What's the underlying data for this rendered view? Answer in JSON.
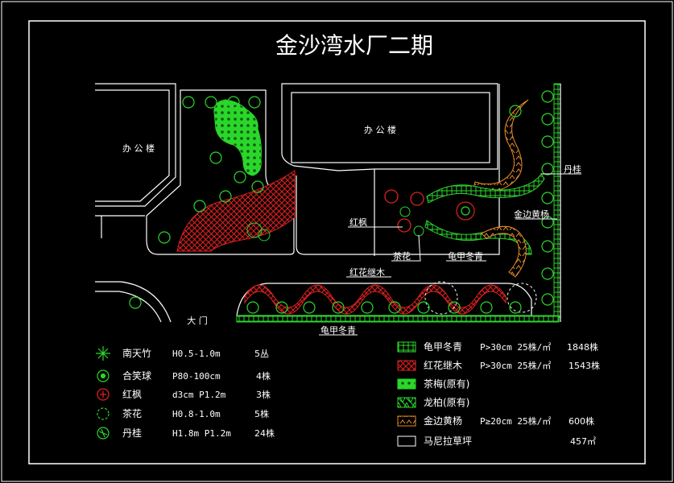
{
  "title": "金沙湾水厂二期",
  "buildings": {
    "office_left": "办 公 楼",
    "office_center": "办 公 楼",
    "gate": "大 门"
  },
  "plan_labels": {
    "guihua": "丹桂",
    "jinbian": "金边黄杨",
    "hongfeng": "红枫",
    "chahua": "茶花",
    "guijia_mid": "龟甲冬青",
    "hongjimu": "红花继木",
    "guijia_bottom": "龟甲冬青"
  },
  "plant_legend": [
    {
      "icon": "nantianzhu-icon",
      "name": "南天竹",
      "spec": "H0.5-1.0m",
      "qty": "5丛"
    },
    {
      "icon": "hexiaoqiu-icon",
      "name": "合笑球",
      "spec": "P80-100cm",
      "qty": "4株"
    },
    {
      "icon": "hongfeng-icon",
      "name": "红枫",
      "spec": "d3cm P1.2m",
      "qty": "3株"
    },
    {
      "icon": "chahua-icon",
      "name": "茶花",
      "spec": "H0.8-1.0m",
      "qty": "5株"
    },
    {
      "icon": "dangui-icon",
      "name": "丹桂",
      "spec": "H1.8m P1.2m",
      "qty": "24株"
    }
  ],
  "area_legend": [
    {
      "icon": "guijia-hatch-icon",
      "name": "龟甲冬青",
      "spec": "P>30cm 25株/㎡",
      "qty": "1848株"
    },
    {
      "icon": "hongjimu-hatch-icon",
      "name": "红花继木",
      "spec": "P>30cm 25株/㎡",
      "qty": "1543株"
    },
    {
      "icon": "chamei-hatch-icon",
      "name": "茶梅(原有)",
      "spec": "",
      "qty": ""
    },
    {
      "icon": "longbai-hatch-icon",
      "name": "龙柏(原有)",
      "spec": "",
      "qty": ""
    },
    {
      "icon": "jinbian-hatch-icon",
      "name": "金边黄杨",
      "spec": "P≥20cm 25株/㎡",
      "qty": "600株"
    },
    {
      "icon": "grass-hatch-icon",
      "name": "马尼拉草坪",
      "spec": "",
      "qty": "457㎡"
    }
  ],
  "colors": {
    "background": "#000000",
    "line": "#ffffff",
    "green": "#2bd62b",
    "red": "#e02020",
    "orange": "#e88a2a"
  }
}
